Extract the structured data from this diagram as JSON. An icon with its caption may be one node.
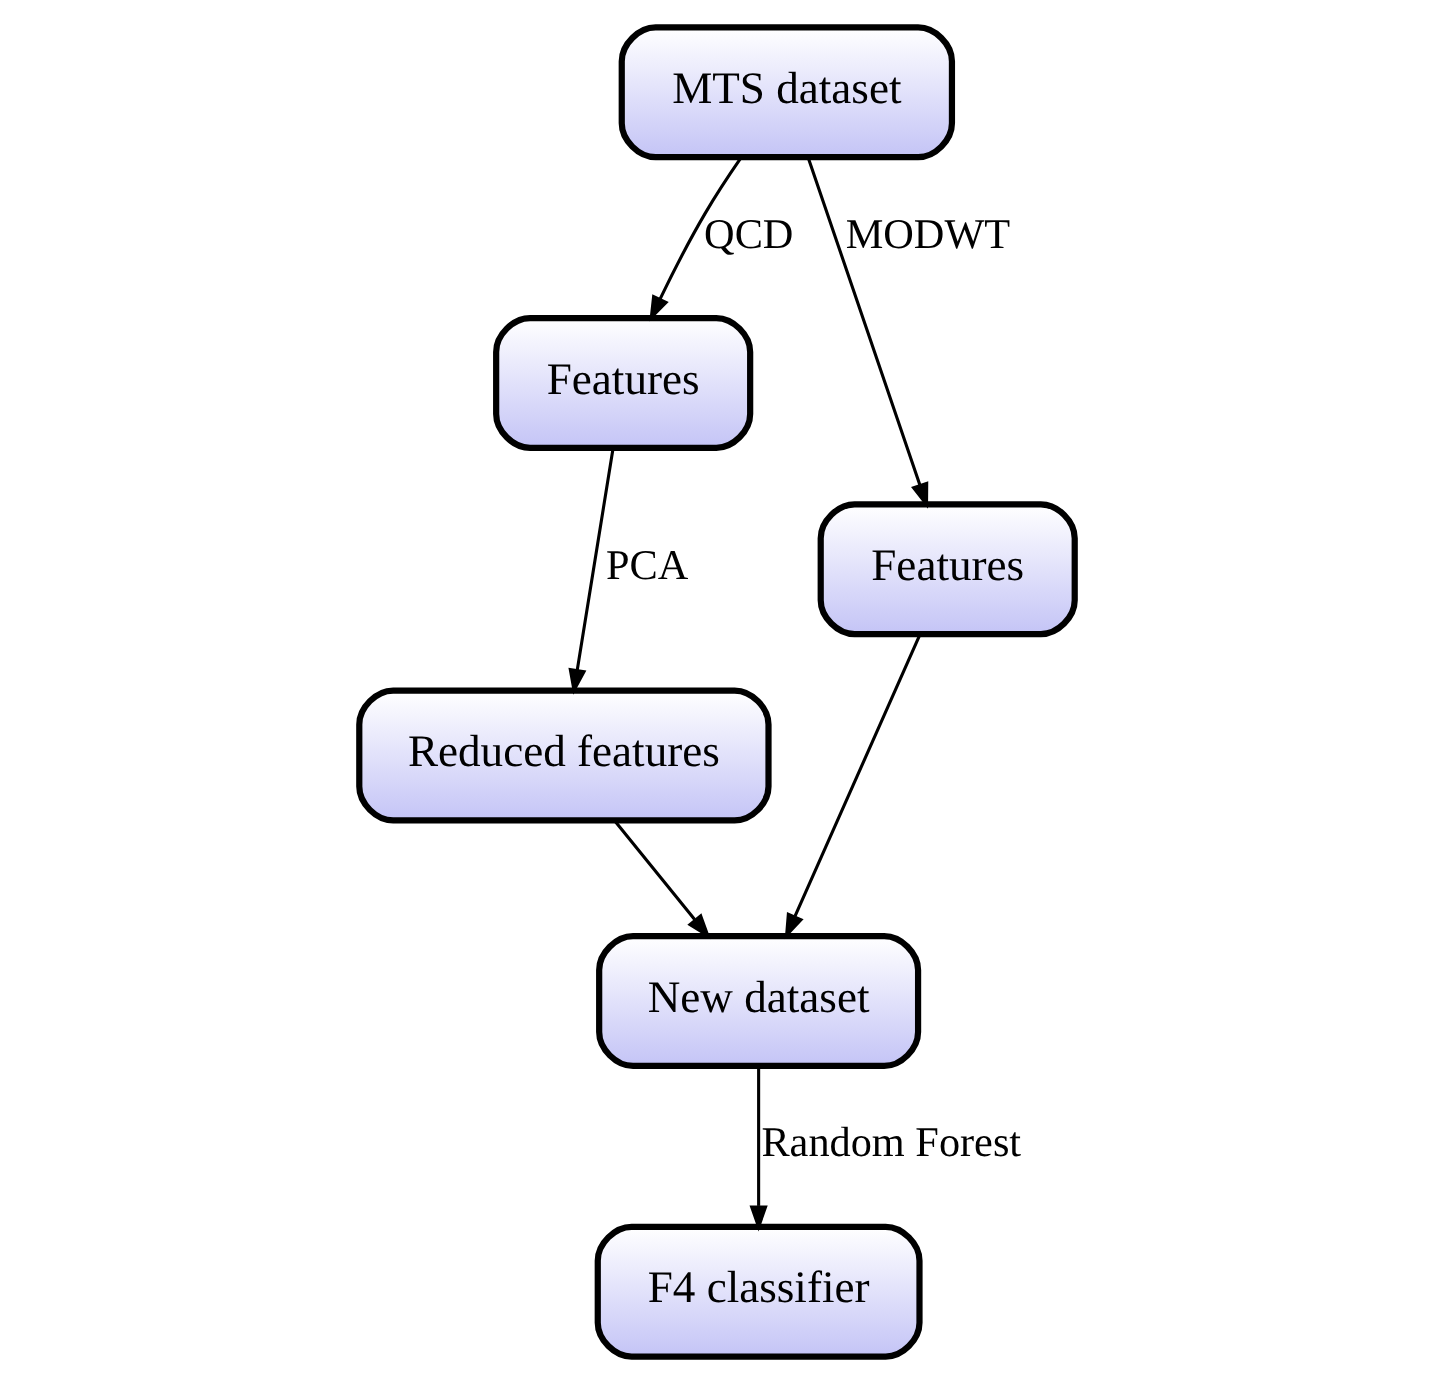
{
  "diagram": {
    "nodes": [
      {
        "text": [
          "MTS dataset"
        ]
      },
      {
        "text": [
          "Features"
        ]
      },
      {
        "text": [
          "Features"
        ]
      },
      {
        "text": [
          "Reduced features"
        ]
      },
      {
        "text": [
          "New dataset"
        ]
      },
      {
        "text": [
          "F4 classifier"
        ]
      }
    ],
    "edges": [
      {
        "from": 0,
        "to": 1,
        "arrow": "to",
        "label": "QCD"
      },
      {
        "from": 0,
        "to": 2,
        "arrow": "to",
        "label": "MODWT"
      },
      {
        "from": 1,
        "to": 3,
        "arrow": "to",
        "label": "PCA"
      },
      {
        "from": 3,
        "to": 4,
        "arrow": "to"
      },
      {
        "from": 2,
        "to": 4,
        "arrow": "to"
      },
      {
        "from": 4,
        "to": 5,
        "arrow": "to",
        "label": "Random Forest"
      }
    ]
  }
}
